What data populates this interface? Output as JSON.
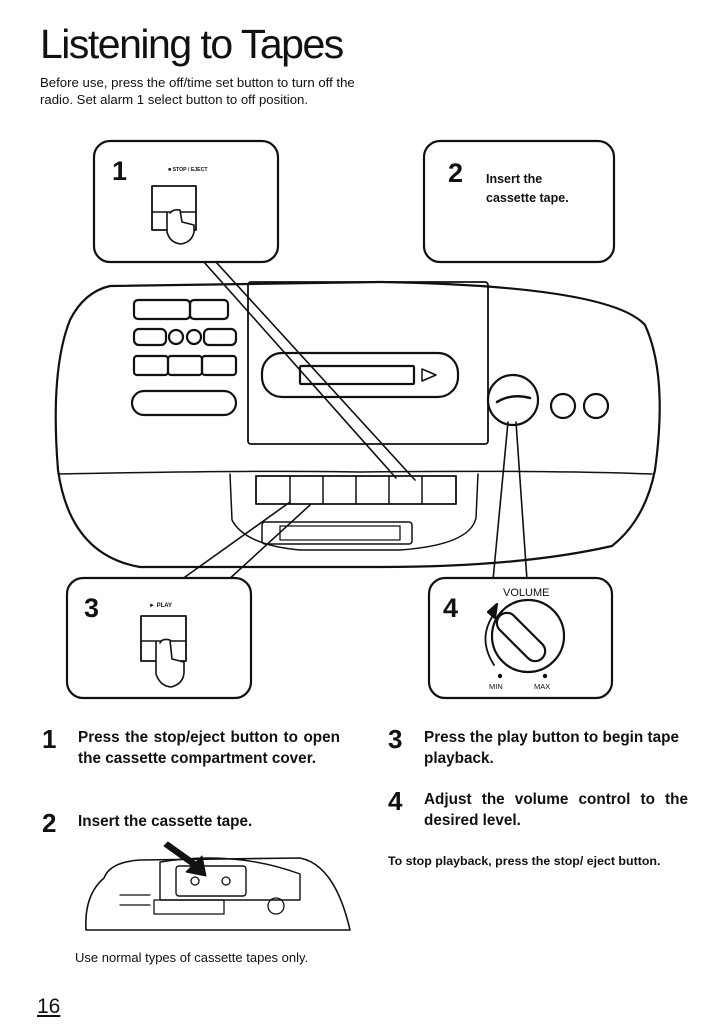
{
  "page": {
    "title": "Listening to Tapes",
    "intro": "Before use, press the off/time set button to turn off the radio. Set alarm 1 select button to off position.",
    "page_number": "16"
  },
  "figure": {
    "panel1": {
      "number": "1",
      "label": "■ STOP / EJECT"
    },
    "panel2": {
      "number": "2",
      "text_line1": "Insert the",
      "text_line2": "cassette tape."
    },
    "panel3": {
      "number": "3",
      "label": "► PLAY"
    },
    "panel4": {
      "number": "4",
      "label": "VOLUME",
      "min_label": "MIN",
      "max_label": "MAX"
    }
  },
  "steps": [
    {
      "number": "1",
      "text": "Press the stop/eject button to open the cassette compartment cover."
    },
    {
      "number": "2",
      "text": "Insert the cassette tape."
    },
    {
      "number": "3",
      "text": "Press the play button to begin tape playback."
    },
    {
      "number": "4",
      "text": "Adjust the volume control to the desired level."
    }
  ],
  "note": "To stop playback, press the stop/ eject button.",
  "caption": "Use normal types of cassette tapes only."
}
